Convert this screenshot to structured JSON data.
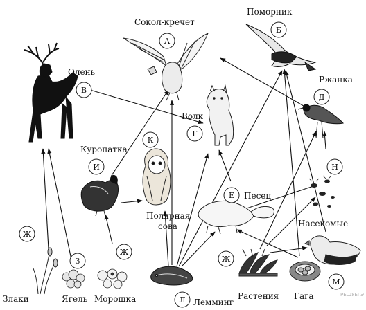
{
  "organisms": {
    "sokol": {
      "name": "Сокол-кречет",
      "letter": "А"
    },
    "pomornik": {
      "name": "Поморник",
      "letter": "Б"
    },
    "olen": {
      "name": "Олень",
      "letter": "В"
    },
    "volk": {
      "name": "Волк",
      "letter": "Г"
    },
    "rzhanka": {
      "name": "Ржанка",
      "letter": "Д"
    },
    "kuropatka": {
      "name": "Куропатка",
      "letter": "И"
    },
    "sova": {
      "name": "Полярная сова",
      "name_line1": "Полярная",
      "name_line2": "сова",
      "letter": "К"
    },
    "pesec": {
      "name": "Песец",
      "letter": "Е"
    },
    "nasekomye": {
      "name": "Насекомые",
      "letter": "Н"
    },
    "zlaki": {
      "name": "Злаки",
      "letter": "Ж"
    },
    "yagel": {
      "name": "Ягель",
      "letter": "З"
    },
    "moroshka": {
      "name": "Морошка",
      "letter": "Ж"
    },
    "lemming": {
      "name": "Лемминг",
      "letter": "Л"
    },
    "rasteniya": {
      "name": "Растения",
      "letter": "Ж"
    },
    "gaga": {
      "name": "Гага",
      "letter": "М"
    }
  },
  "watermark": "РЕШУЕГЭ"
}
